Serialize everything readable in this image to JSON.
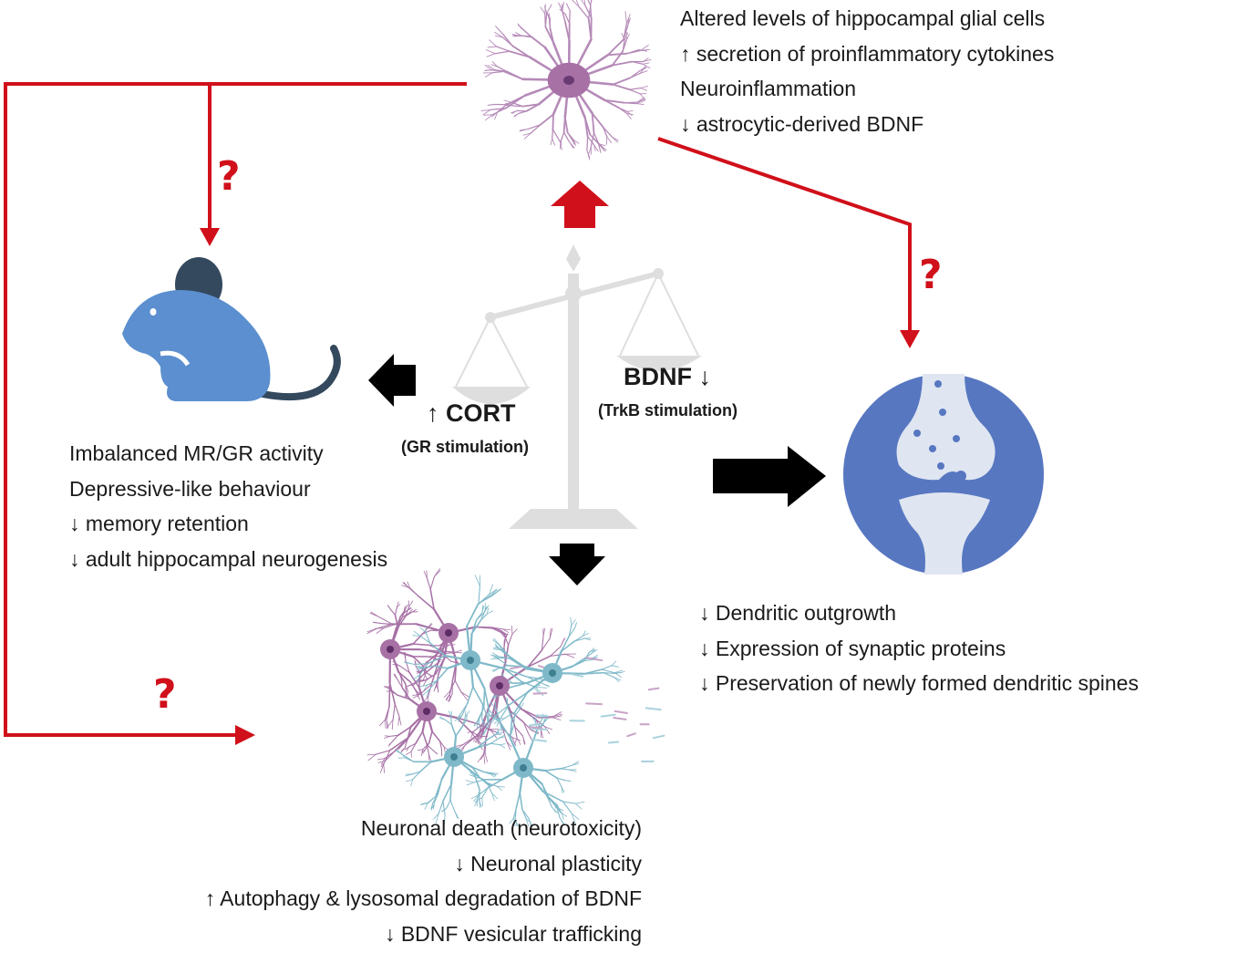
{
  "glia_effects": [
    "Altered levels of hippocampal glial cells",
    "↑ secretion of proinflammatory cytokines",
    "Neuroinflammation",
    "↓ astrocytic-derived BDNF"
  ],
  "behaviour_effects": [
    "Imbalanced MR/GR activity",
    "Depressive-like behaviour",
    "↓ memory retention",
    "↓ adult hippocampal neurogenesis"
  ],
  "synapse_effects": [
    "↓ Dendritic outgrowth",
    "↓ Expression of synaptic proteins",
    "↓ Preservation of newly formed dendritic spines"
  ],
  "neuron_effects": [
    "Neuronal death (neurotoxicity)",
    "↓ Neuronal plasticity",
    "↑ Autophagy & lysosomal degradation of BDNF",
    "↓ BDNF vesicular trafficking"
  ],
  "balance": {
    "cort_label": "↑ CORT",
    "cort_sub": "(GR stimulation)",
    "bdnf_label": "BDNF ↓",
    "bdnf_sub": "(TrkB stimulation)"
  },
  "question_marks": [
    "?",
    "?",
    "?"
  ],
  "colors": {
    "red": "#d0101a",
    "black": "#000000",
    "mouse": "#5b8fcf",
    "mouse_dark": "#34495e",
    "synapse_bg": "#5877c1",
    "synapse_light": "#dfe6f1",
    "neuron_purple": "#a771a6",
    "neuron_blue": "#7fb9c9",
    "scale": "#dedede"
  },
  "icons": {
    "glia": "astrocyte-icon",
    "mouse": "mouse-icon",
    "synapse": "synapse-icon",
    "neurons": "neuron-network-icon",
    "scale": "balance-scale-icon"
  }
}
